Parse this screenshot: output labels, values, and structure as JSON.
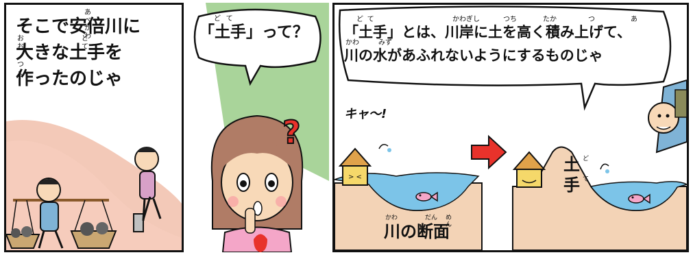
{
  "panel1": {
    "caption_lines": [
      "そこで安倍川に",
      "大きな土手を",
      "作ったのじゃ"
    ],
    "ruby": [
      "あべかわ",
      "おお",
      "どて",
      "つく"
    ]
  },
  "panel2": {
    "bubble": "「土手」って？",
    "ruby": "どて",
    "question_mark": "?"
  },
  "panel3": {
    "caption_lines": [
      "「土手」とは、川岸に土を高く積み上げて、",
      "川の水があふれないようにするものじゃ"
    ],
    "ruby": [
      "どて",
      "かわぎし",
      "つち",
      "たか",
      "つ",
      "あ",
      "かわ",
      "みず"
    ],
    "scream": "キャ〜!",
    "embankment_label": [
      "土",
      "手"
    ],
    "embankment_ruby": [
      "ど",
      "て"
    ],
    "section_label": "川の断面",
    "section_ruby": [
      "かわ",
      "だん",
      "めん"
    ]
  },
  "colors": {
    "sky_green": "#a9d49a",
    "water_blue": "#7cc4e8",
    "earth": "#f3d3b6",
    "skin": "#f8d9b8",
    "pink_shirt": "#f4a6c8",
    "red_arrow": "#e8322b",
    "ground_pink": "#efb7a0"
  },
  "icons": [
    "question-mark-icon",
    "arrow-right-icon",
    "fish-icon",
    "water-splash-icon",
    "house-icon"
  ]
}
